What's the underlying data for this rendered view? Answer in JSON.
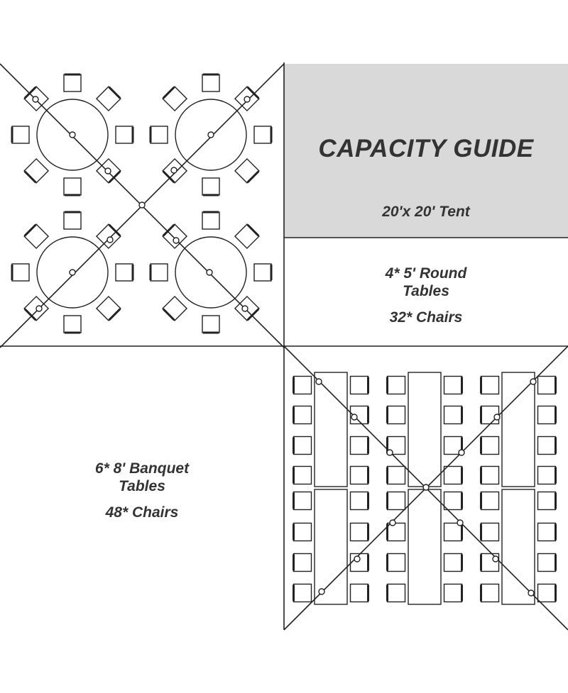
{
  "header": {
    "title": "CAPACITY GUIDE",
    "subtitle": "20'x 20' Tent"
  },
  "round_layout": {
    "line1": "4* 5' Round",
    "line2": "Tables",
    "line3": "32* Chairs",
    "tables": 4,
    "chairs_per_table": 8
  },
  "banquet_layout": {
    "line1": "6* 8' Banquet",
    "line2": "Tables",
    "line3": "48* Chairs",
    "tables": 6,
    "chairs_per_table": 8
  },
  "colors": {
    "panel_fill": "#d9d9d9",
    "line": "#222222",
    "text": "#333333"
  }
}
